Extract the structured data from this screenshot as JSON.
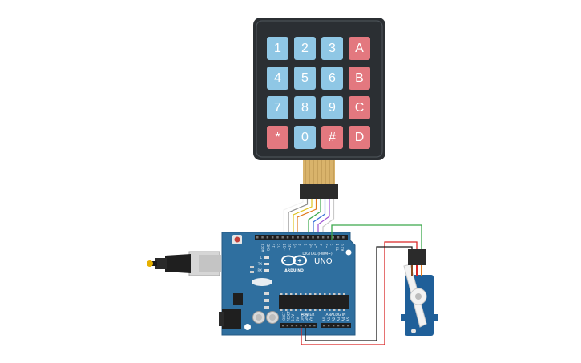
{
  "keypad": {
    "rows": [
      [
        {
          "label": "1",
          "color": "#8fc7e5"
        },
        {
          "label": "2",
          "color": "#8fc7e5"
        },
        {
          "label": "3",
          "color": "#8fc7e5"
        },
        {
          "label": "A",
          "color": "#e3787f"
        }
      ],
      [
        {
          "label": "4",
          "color": "#8fc7e5"
        },
        {
          "label": "5",
          "color": "#8fc7e5"
        },
        {
          "label": "6",
          "color": "#8fc7e5"
        },
        {
          "label": "B",
          "color": "#e3787f"
        }
      ],
      [
        {
          "label": "7",
          "color": "#8fc7e5"
        },
        {
          "label": "8",
          "color": "#8fc7e5"
        },
        {
          "label": "9",
          "color": "#8fc7e5"
        },
        {
          "label": "C",
          "color": "#e3787f"
        }
      ],
      [
        {
          "label": "*",
          "color": "#e3787f"
        },
        {
          "label": "0",
          "color": "#8fc7e5"
        },
        {
          "label": "#",
          "color": "#e3787f"
        },
        {
          "label": "D",
          "color": "#e3787f"
        }
      ]
    ],
    "body_color": "#2b2f33"
  },
  "arduino": {
    "model_label": "UNO",
    "brand_label": "ARDUINO",
    "digital_label": "DIGITAL (PWM~)",
    "power_label": "POWER",
    "analog_label": "ANALOG IN",
    "board_color": "#2f6f9f",
    "digital_pins": [
      "AREF",
      "GND",
      "13",
      "12",
      "~11",
      "~10",
      "~9",
      "8",
      "7",
      "~6",
      "~5",
      "4",
      "~3",
      "2",
      "TX 1",
      "RX 0"
    ],
    "power_pins": [
      "IOREF",
      "RESET",
      "3.3V",
      "5V",
      "GND",
      "GND",
      "Vin"
    ],
    "analog_pins": [
      "A0",
      "A1",
      "A2",
      "A3",
      "A4",
      "A5"
    ],
    "leds": [
      "L",
      "TX",
      "RX"
    ]
  },
  "wire_colors": {
    "keypad_wires": [
      "#f2f2f2",
      "#8a8a8a",
      "#e0c320",
      "#e07a1d",
      "#3aa84a",
      "#3a6fd8",
      "#9b4fd1",
      "#c9c9c9"
    ],
    "servo_signal": "#3aa84a",
    "power_5v": "#d92626",
    "ground": "#1a1a1a"
  },
  "servo": {
    "body_color": "#1f5f99",
    "horn_color": "#f2f2f2"
  }
}
